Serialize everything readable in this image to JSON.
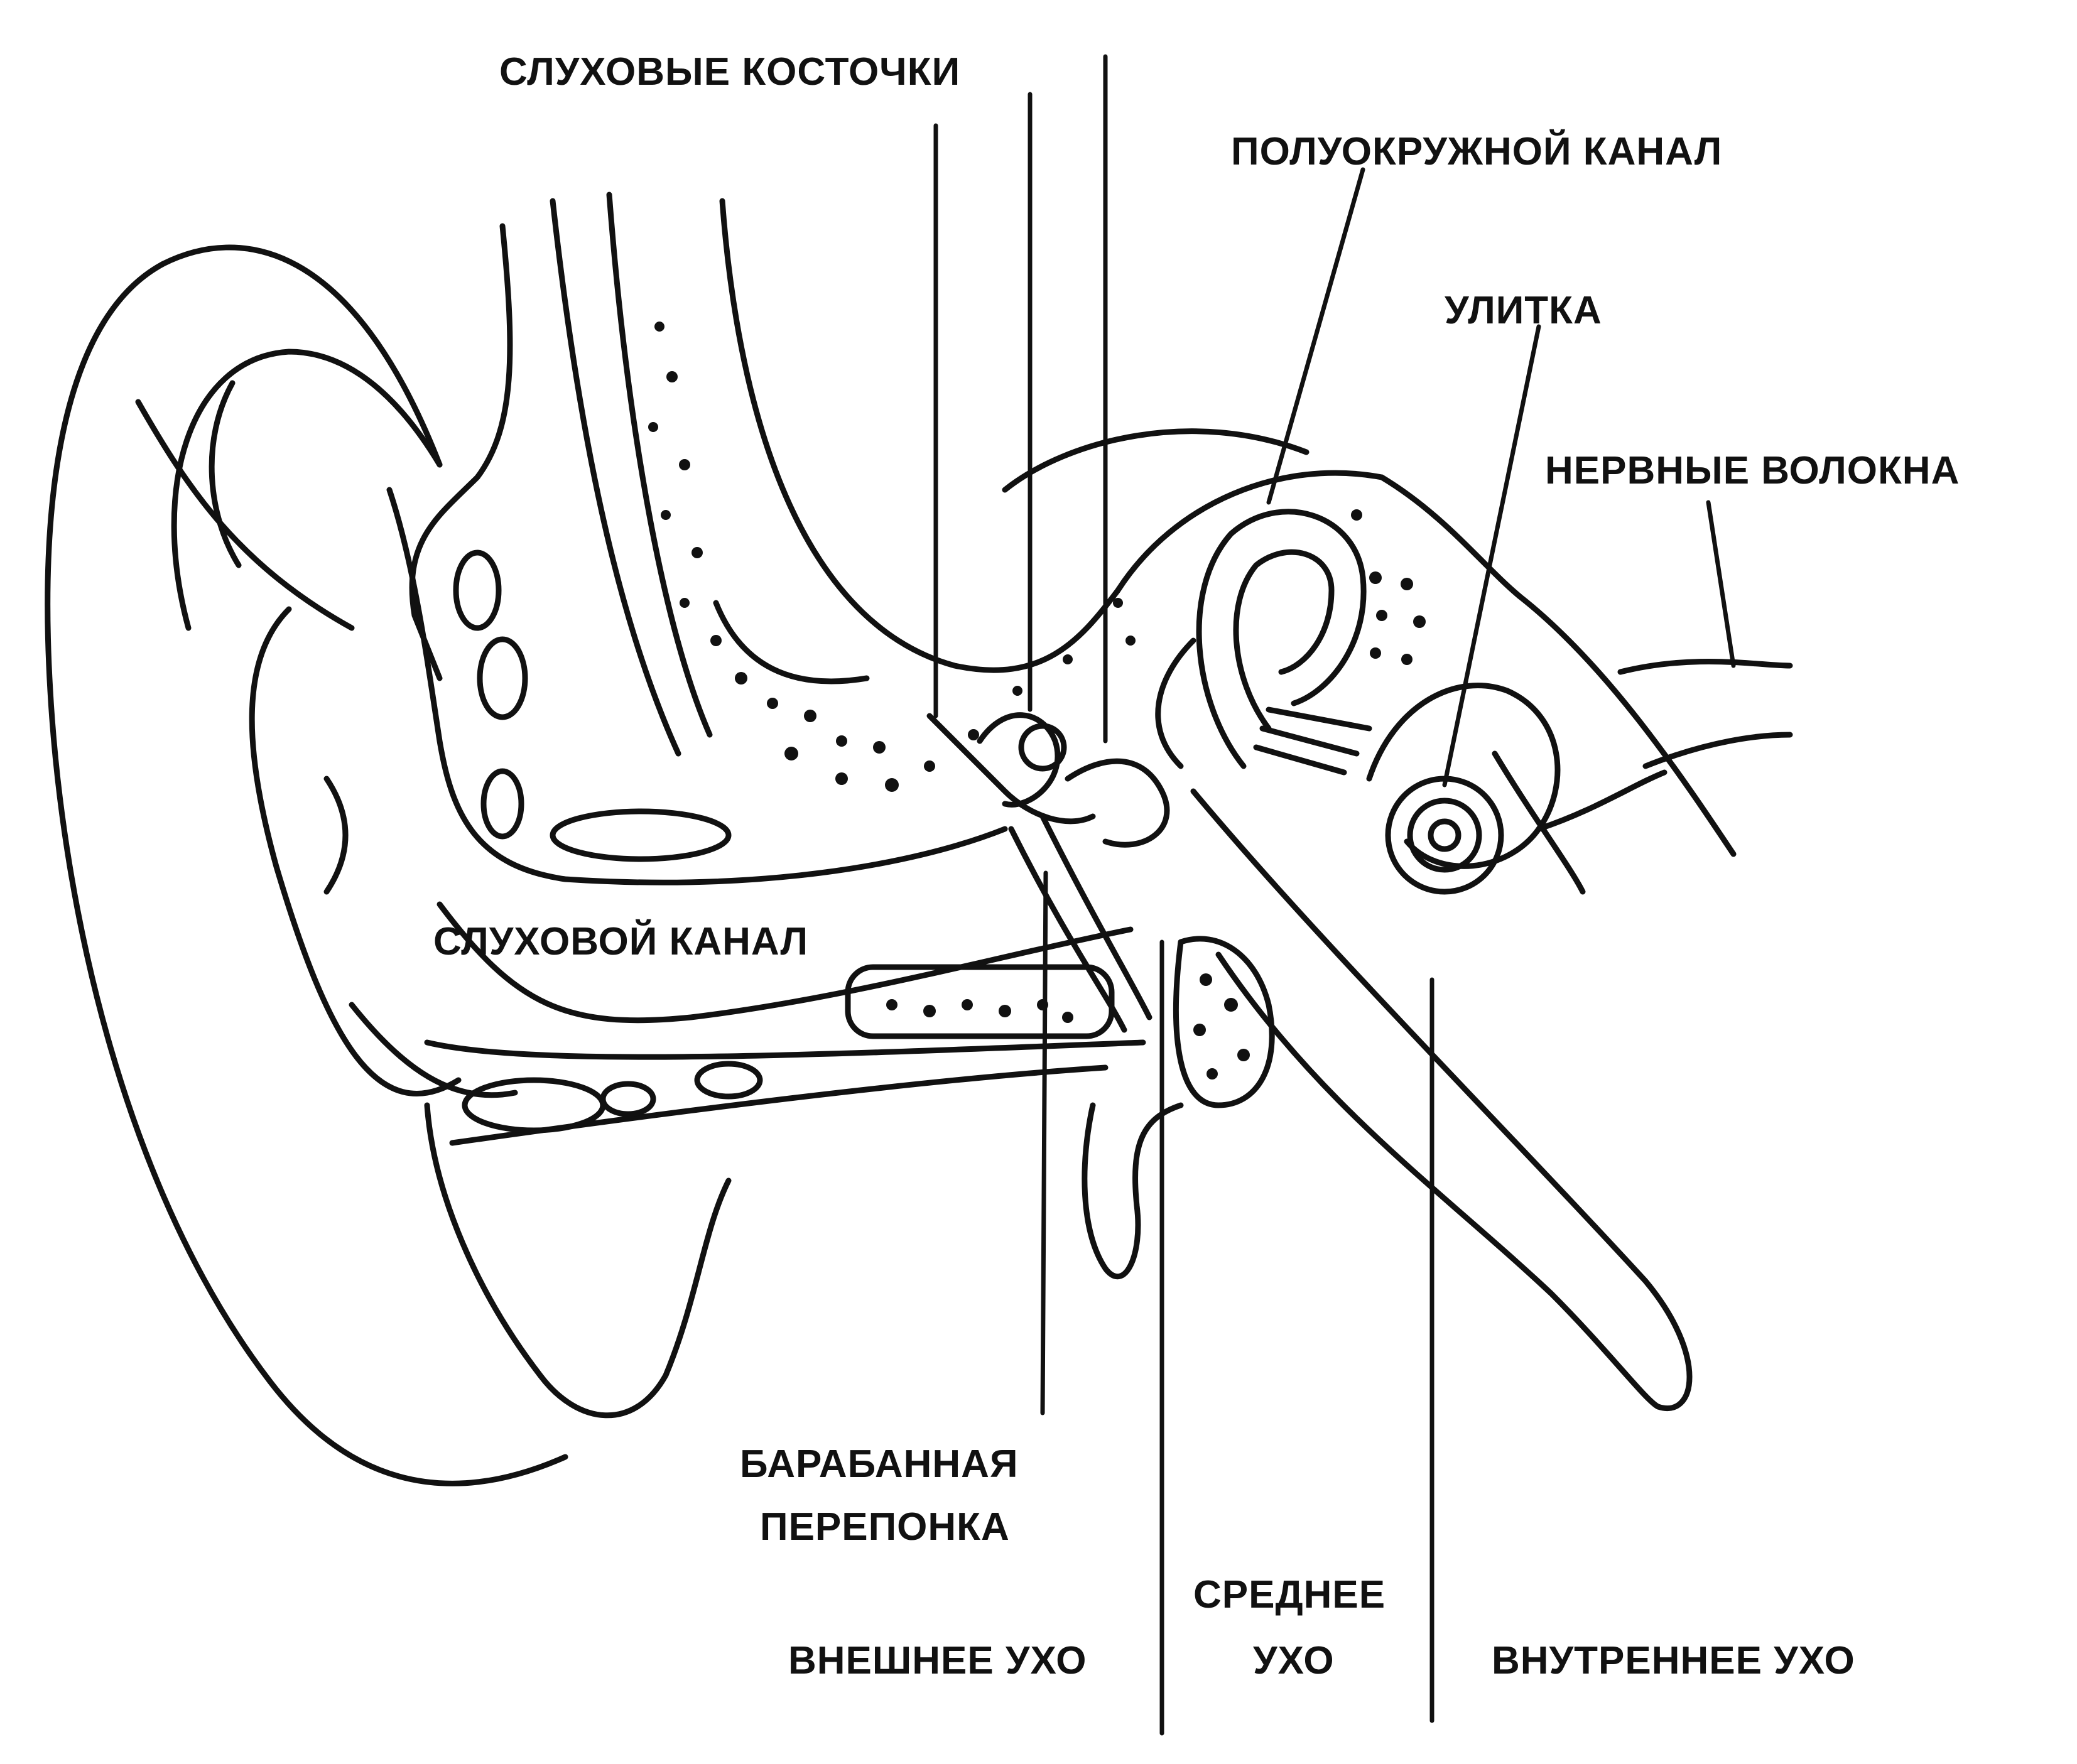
{
  "labels": {
    "ossicles": "СЛУХОВЫЕ КОСТОЧКИ",
    "semicircular_canal": "ПОЛУОКРУЖНОЙ КАНАЛ",
    "cochlea": "УЛИТКА",
    "nerve_fibers": "НЕРВНЫЕ ВОЛОКНА",
    "ear_canal": "СЛУХОВОЙ КАНАЛ",
    "eardrum_line1": "БАРАБАННАЯ",
    "eardrum_line2": "ПЕРЕПОНКА",
    "outer_ear": "ВНЕШНЕЕ УХО",
    "middle_ear_line1": "СРЕДНЕЕ",
    "middle_ear_line2": "УХО",
    "inner_ear": "ВНУТРЕННЕЕ УХО"
  },
  "colors": {
    "ink": "#111111",
    "paper": "#ffffff"
  }
}
